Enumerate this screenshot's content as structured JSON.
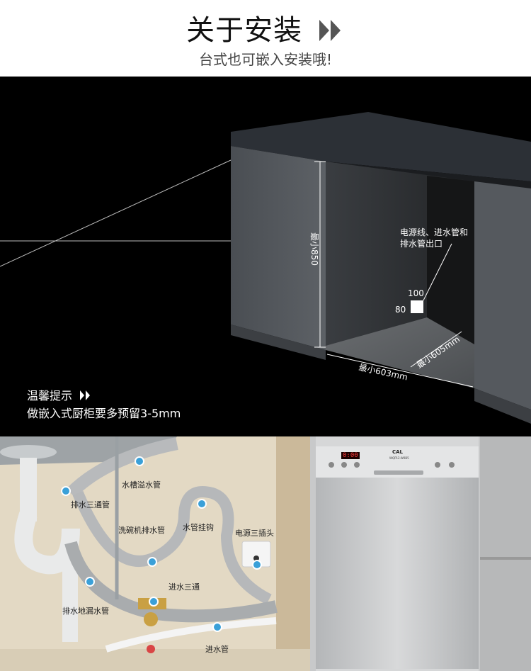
{
  "header": {
    "title": "关于安装",
    "subtitle": "台式也可嵌入安装哦!"
  },
  "install": {
    "dim_height": "最小850",
    "dim_width": "最小603mm",
    "dim_depth": "最小605mm",
    "outlet_label_line1": "电源线、进水管和",
    "outlet_label_line2": "排水管出口",
    "outlet_w": "100",
    "outlet_h": "80",
    "note_title": "温馨提示",
    "note_text": "做嵌入式厨柜要多预留3-5mm"
  },
  "plumbing": {
    "labels": {
      "sink_overflow": "水槽溢水管",
      "drain_tee": "排水三通管",
      "hose_hook": "水管挂钩",
      "dishwasher_drain": "洗碗机排水管",
      "power_socket": "电源三插头",
      "inlet_tee": "进水三通",
      "floor_drain": "排水地漏水管",
      "inlet_hose": "进水管"
    }
  },
  "washer": {
    "brand": "CAL",
    "model": "WQP12-W9B5",
    "display": "0:00"
  },
  "colors": {
    "accent_dot": "#3aa0d8",
    "cabinet_top": "#2c3036",
    "cabinet_side": "#55595e",
    "background_dark": "#000000"
  }
}
